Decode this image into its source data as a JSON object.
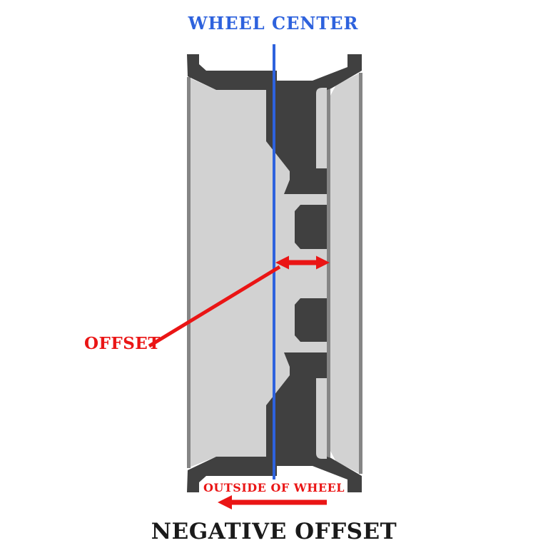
{
  "title": {
    "text": "NEGATIVE OFFSET"
  },
  "labels": {
    "wheel_center": {
      "text": "WHEEL CENTER"
    },
    "offset": {
      "text": "OFFSET"
    },
    "outside_of_wheel": {
      "text": "OUTSIDE OF WHEEL"
    }
  },
  "colors": {
    "blue": "#2e62dd",
    "red": "#ea1515",
    "wheel_dark": "#404040",
    "wheel_light": "#d2d2d2",
    "wheel_gray": "#858585",
    "title_black": "#1a1a1a",
    "background": "#ffffff"
  },
  "icons": {
    "offset_arrow": "double-headed-horizontal-arrow",
    "outside_arrow": "left-pointing-arrow",
    "offset_pointer": "diagonal-leader-line",
    "wheel_center_line": "vertical-reference-line"
  }
}
